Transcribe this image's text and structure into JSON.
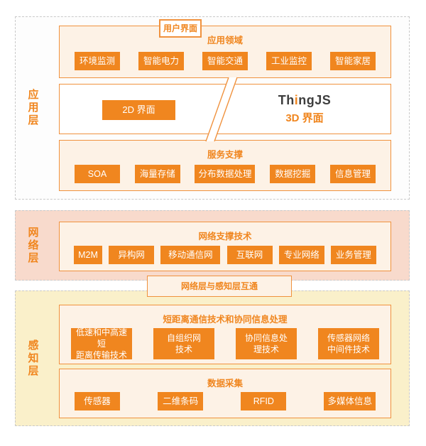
{
  "colors": {
    "accent_orange": "#f0861f",
    "border_orange": "#f0923e",
    "cream": "#fdf2e6",
    "pink": "#f8dacc",
    "yellow": "#faf0ca",
    "brand_dark": "#3e3e3e",
    "dashed_gray": "#c9c9c9"
  },
  "app_layer": {
    "label": "应用层",
    "domains": {
      "title": "应用领域",
      "buttons": [
        "环境监测",
        "智能电力",
        "智能交通",
        "工业监控",
        "智能家居"
      ]
    },
    "ui": {
      "tag": "用户界面",
      "button_2d": "2D 界面",
      "brand_prefix": "Th",
      "brand_accent": "i",
      "brand_suffix": "ngJS",
      "label_3d": "3D 界面"
    },
    "services": {
      "title": "服务支撑",
      "buttons": [
        "SOA",
        "海量存储",
        "分布数据处理",
        "数据挖掘",
        "信息管理"
      ]
    }
  },
  "network_layer": {
    "label": "网络层",
    "support": {
      "title": "网络支撑技术",
      "buttons": [
        "M2M",
        "异构网",
        "移动通信网",
        "互联网",
        "专业网络",
        "业务管理"
      ]
    }
  },
  "connector": {
    "label": "网络层与感知层互通"
  },
  "perception_layer": {
    "label": "感知层",
    "short_range": {
      "title": "短距离通信技术和协同信息处理",
      "buttons": [
        "低速和中高速短\n距离传输技术",
        "自组织网\n技术",
        "协同信息处\n理技术",
        "传感器网络\n中间件技术"
      ]
    },
    "collection": {
      "title": "数据采集",
      "buttons": [
        "传感器",
        "二维条码",
        "RFID",
        "多媒体信息"
      ]
    }
  }
}
